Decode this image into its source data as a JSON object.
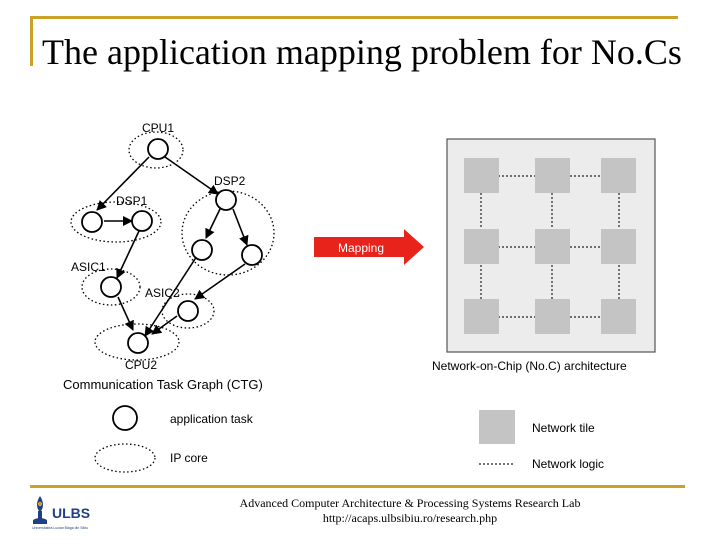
{
  "slide": {
    "title": "The application mapping problem for No.Cs"
  },
  "ctg": {
    "nodes": {
      "cpu1": "CPU1",
      "dsp1": "DSP1",
      "dsp2": "DSP2",
      "asic1": "ASIC1",
      "asic2": "ASIC2",
      "cpu2": "CPU2"
    },
    "caption": "Communication Task Graph (CTG)"
  },
  "mapping_label": "Mapping",
  "noc": {
    "caption": "Network-on-Chip (No.C) architecture"
  },
  "legend": {
    "task": "application task",
    "ip_core": "IP core",
    "tile": "Network tile",
    "logic": "Network logic"
  },
  "footer": {
    "line1": "Advanced Computer Architecture & Processing Systems Research Lab",
    "line2": "http://acaps.ulbsibiu.ro/research.php"
  },
  "logo": {
    "text": "ULBS",
    "subtext": "Universitatea Lucian Blaga din Sibiu"
  },
  "colors": {
    "accent_frame": "#c9a227",
    "mapping_arrow": "#e8231b",
    "tile_fill": "#c4c4c4",
    "noc_background": "#ececec"
  }
}
